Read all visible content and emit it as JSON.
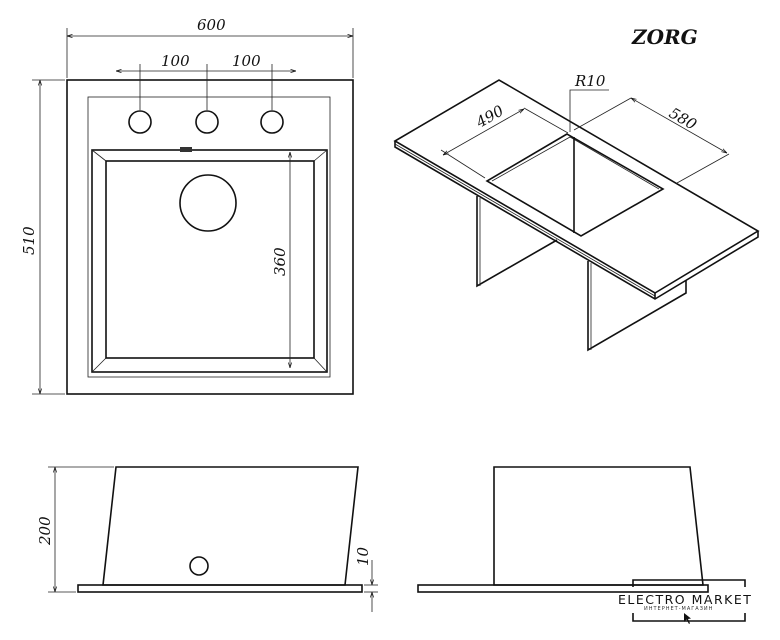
{
  "brand": "ZORG",
  "top_view": {
    "width": "600",
    "height": "510",
    "hole_spacing_1": "100",
    "hole_spacing_2": "100",
    "bowl_depth_dim": "360"
  },
  "iso_view": {
    "bowl_length": "490",
    "bowl_width": "580",
    "radius": "R10"
  },
  "front_view": {
    "height": "200",
    "flange": "10"
  },
  "logo": {
    "name": "ELECTRO MARKET",
    "subtitle": "ИНТЕРНЕТ-МАГАЗИН"
  }
}
